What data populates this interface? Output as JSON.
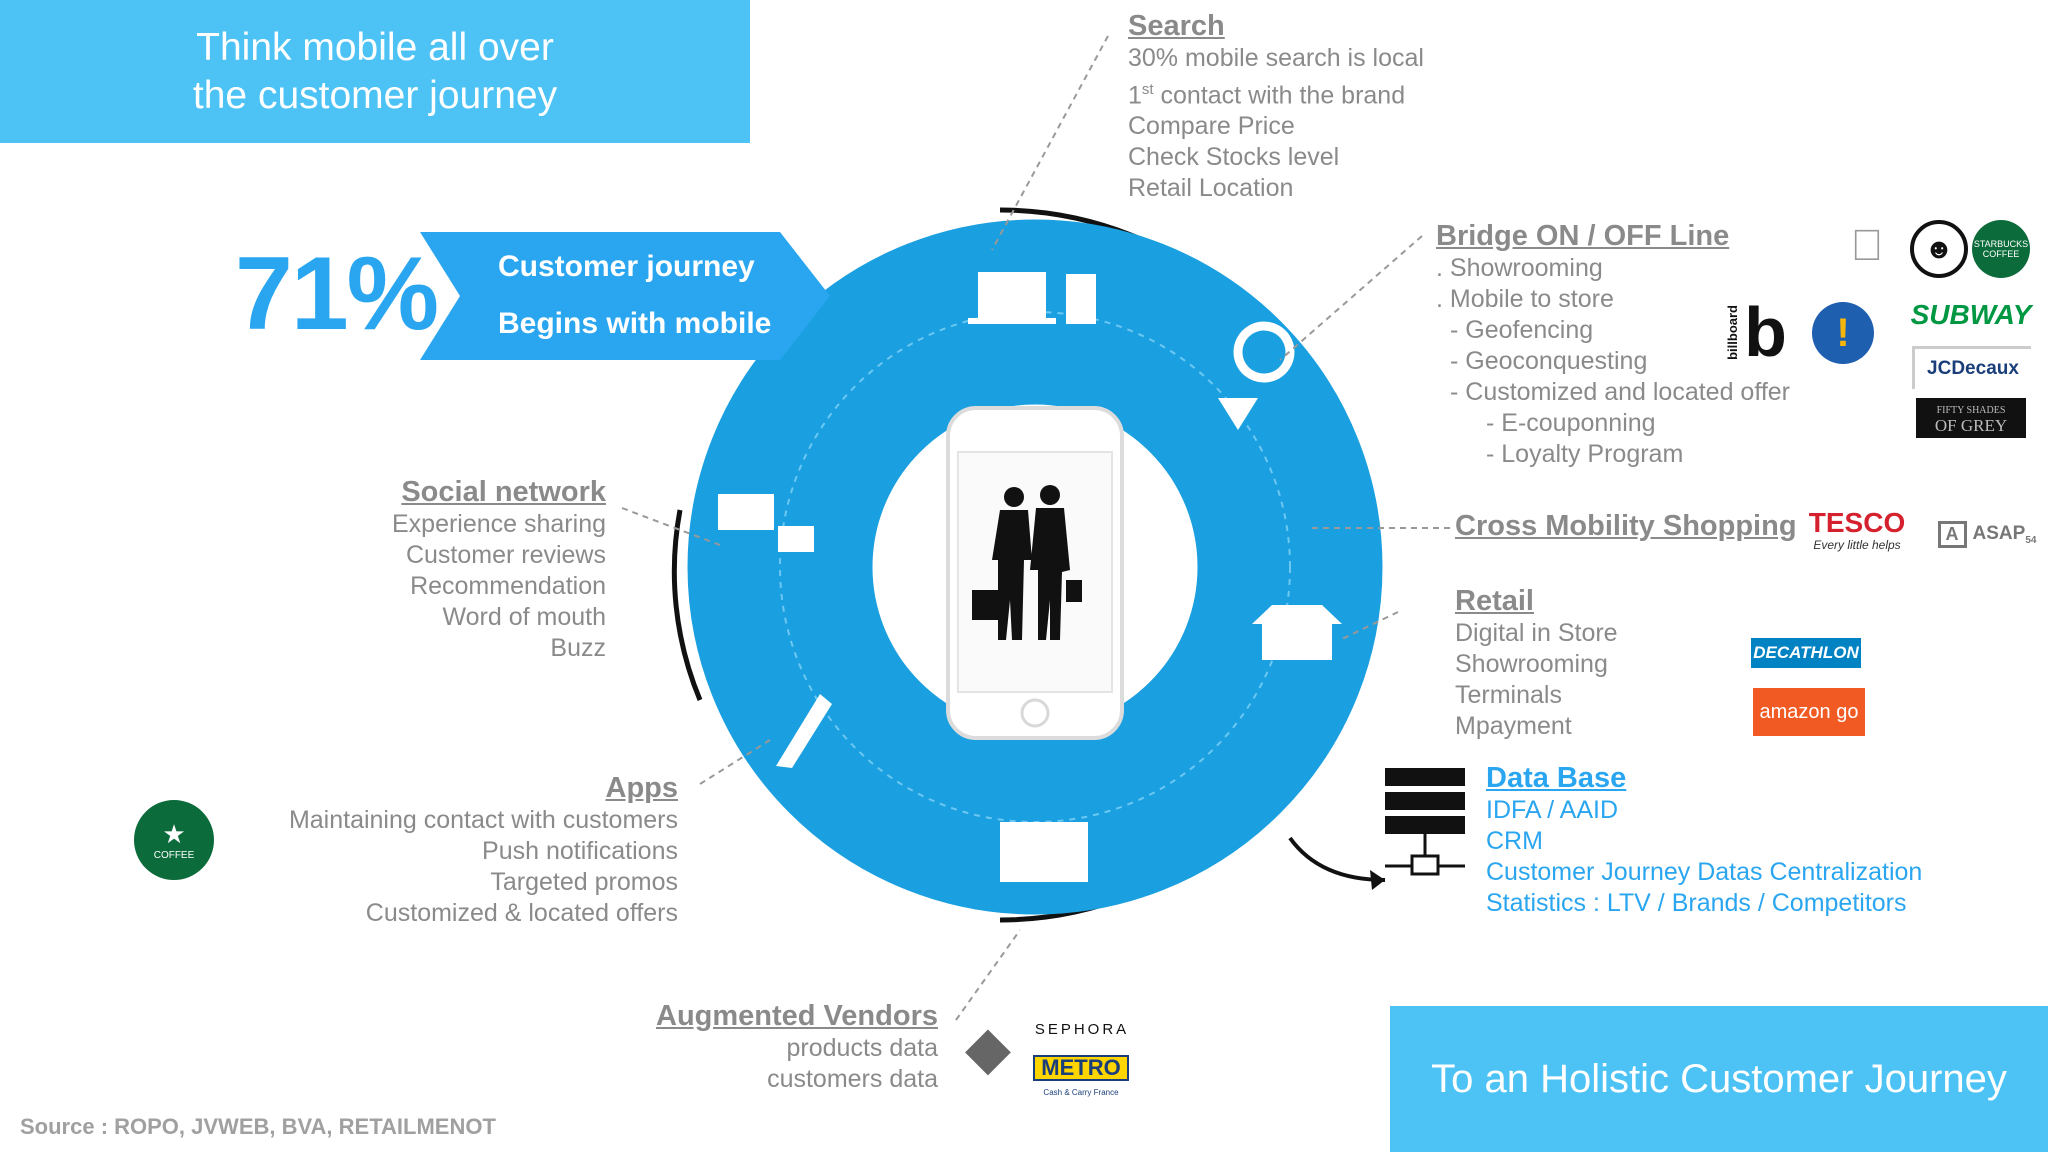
{
  "title_lines": [
    "Think mobile all over",
    "the customer journey"
  ],
  "stat": {
    "value": "71%",
    "line1": "Customer journey",
    "line2": "Begins with mobile"
  },
  "search": {
    "heading": "Search",
    "items": [
      "30% mobile search is local",
      "1",
      "st",
      " contact with the brand",
      "Compare Price",
      "Check Stocks level",
      "Retail Location"
    ]
  },
  "bridge": {
    "heading": "Bridge ON / OFF Line",
    "items": [
      ". Showrooming",
      ". Mobile to store",
      "- Geofencing",
      "- Geoconquesting",
      "- Customized and located offer",
      "- E-couponning",
      "- Loyalty Program"
    ]
  },
  "cross": {
    "heading": "Cross Mobility Shopping"
  },
  "retail": {
    "heading": "Retail",
    "items": [
      "Digital in Store",
      "Showrooming",
      "Terminals",
      "Mpayment"
    ]
  },
  "database": {
    "heading": "Data Base",
    "items": [
      "IDFA / AAID",
      "CRM",
      "Customer Journey Datas Centralization",
      "Statistics :  LTV / Brands / Competitors"
    ]
  },
  "social": {
    "heading": "Social network",
    "items": [
      "Experience sharing",
      "Customer reviews",
      "Recommendation",
      "Word of mouth",
      "Buzz"
    ]
  },
  "apps": {
    "heading": "Apps",
    "items": [
      "Maintaining contact with customers",
      "Push notifications",
      "Targeted promos",
      "Customized & located offers"
    ]
  },
  "vendors": {
    "heading": "Augmented Vendors",
    "items": [
      "products data",
      "customers data"
    ]
  },
  "logos": {
    "starbucks": "STARBUCKS",
    "coffee": "COFFEE",
    "subway": "SUBWAY",
    "jcdecaux": "JCDecaux",
    "fifty": "FIFTY SHADES",
    "grey": "OF GREY",
    "billboard": "billboard",
    "tesco": "TESCO",
    "tesco_tag": "Every little helps",
    "asap": "ASAP",
    "asap_sub": "54",
    "decathlon": "DECATHLON",
    "amazongo": "amazon go",
    "sephora": "SEPHORA",
    "metro": "METRO",
    "metro_sub": "Cash & Carry France"
  },
  "footer": "To an Holistic Customer Journey",
  "source": "Source : ROPO, JVWEB, BVA, RETAILMENOT",
  "colors": {
    "accent": "#4dc3f5",
    "ring": "#1a9fe0",
    "text": "#8a8a8a",
    "blue_text": "#2aa6f0"
  }
}
